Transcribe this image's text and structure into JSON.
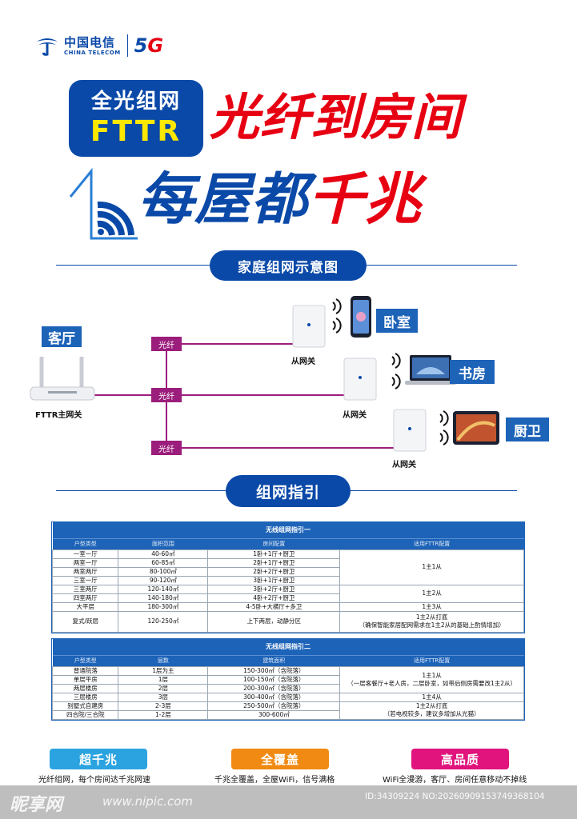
{
  "brand": {
    "cn_name": "中国电信",
    "en_name": "CHINA TELECOM",
    "network": "5G",
    "blue": "#0a49a8",
    "red": "#e60012"
  },
  "hero": {
    "badge_line1": "全光组网",
    "badge_line2": "FTTR",
    "slogan_line1": "光纤到房间",
    "slogan_line2_blue": "每屋都",
    "slogan_line2_red": "千兆"
  },
  "diagram": {
    "section_title": "家庭组网示意图",
    "living_room": "客厅",
    "main_gateway": "FTTR主网关",
    "fiber_label": "光纤",
    "sub_gateway": "从网关",
    "rooms": [
      "卧室",
      "书房",
      "厨卫"
    ],
    "fiber_color": "#9b1d7c"
  },
  "guide": {
    "section_title": "组网指引",
    "table1": {
      "title": "无线组网指引一",
      "headers": [
        "户型类型",
        "面积范围",
        "房间配置",
        "适用FTTR配置"
      ],
      "rows": [
        [
          "一室一厅",
          "40-60㎡",
          "1卧+1厅+厨卫"
        ],
        [
          "两室一厅",
          "60-85㎡",
          "2卧+1厅+厨卫"
        ],
        [
          "两室两厅",
          "80-100㎡",
          "2卧+2厅+厨卫"
        ],
        [
          "三室一厅",
          "90-120㎡",
          "3卧+1厅+厨卫"
        ],
        [
          "三室两厅",
          "120-140㎡",
          "3卧+2厅+厨卫"
        ],
        [
          "四室两厅",
          "140-180㎡",
          "4卧+2厅+厨卫"
        ],
        [
          "大平层",
          "180-300㎡",
          "4-5卧+大横厅+多卫"
        ],
        [
          "复式/跃层",
          "120-250㎡",
          "上下两层，动静分区"
        ]
      ],
      "configs": [
        "1主1从",
        "1主2从",
        "1主3从",
        "1主2从打底",
        "（确保智能家居配网需求在1主2从的基础上酌情增加）"
      ]
    },
    "table2": {
      "title": "无线组网指引二",
      "headers": [
        "户型类型",
        "层数",
        "建筑面积",
        "适用FTTR配置"
      ],
      "rows": [
        [
          "普通院落",
          "1层为主",
          "150-300㎡（含院落）"
        ],
        [
          "单层平房",
          "1层",
          "100-150㎡（含院落）"
        ],
        [
          "两层楼房",
          "2层",
          "200-300㎡（含院落）"
        ],
        [
          "三层楼房",
          "3层",
          "300-400㎡（含院落）"
        ],
        [
          "别墅式自建房",
          "2-3层",
          "250-500㎡（含院落）"
        ],
        [
          "四合院/三合院",
          "1-2层",
          "300-600㎡"
        ]
      ],
      "configs": [
        "1主1从",
        "（一层客餐厅+老人房，二层卧室，如带后侧房需要改1主2从）",
        "1主4从",
        "1主2从打底",
        "（若电视较多，建议多增加从光猫）"
      ]
    }
  },
  "features": [
    {
      "title": "超千兆",
      "desc": "光纤组网，每个房间达千兆网速",
      "color": "#2aa3e0"
    },
    {
      "title": "全覆盖",
      "desc": "千兆全覆盖，全屋WiFi，信号满格",
      "color": "#f08a12"
    },
    {
      "title": "高品质",
      "desc": "WiFi全漫游，客厅、房间任意移动不掉线",
      "color": "#e0147c"
    }
  ],
  "watermark": {
    "site_name": "昵享网",
    "url": "www.nipic.com",
    "id_text": "ID:34309224 NO:20260909153749368104"
  }
}
